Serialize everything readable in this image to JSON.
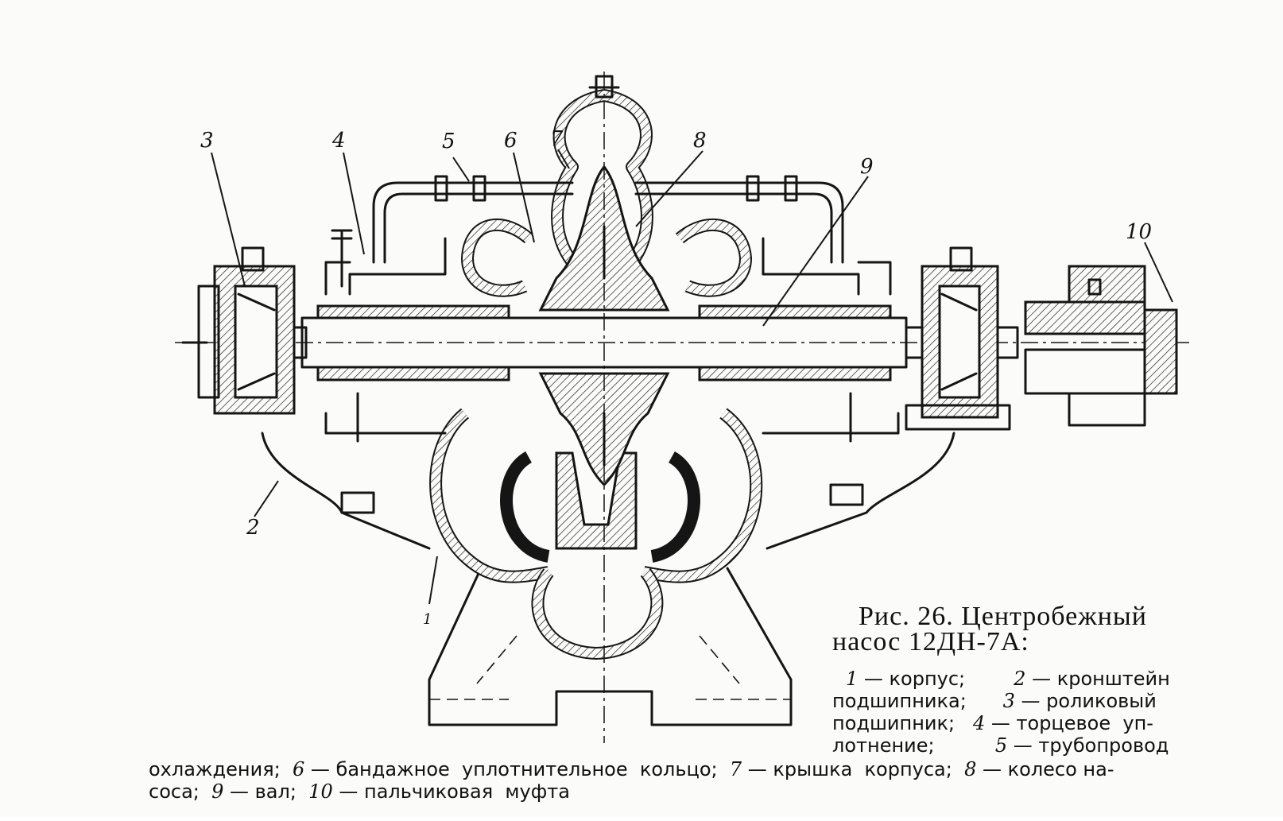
{
  "figure": {
    "part_labels": [
      "1",
      "2",
      "3",
      "4",
      "5",
      "6",
      "7",
      "8",
      "9",
      "10"
    ]
  },
  "caption": {
    "title_line1": "Рис.  26.  Центробежный",
    "title_line2": "насос  12ДН-7А:",
    "lines": [
      [
        {
          "t": "1",
          "i": true
        },
        {
          "t": " — корпус;        "
        },
        {
          "t": "2",
          "i": true
        },
        {
          "t": " — кронштейн"
        }
      ],
      [
        {
          "t": "подшипника;      "
        },
        {
          "t": "3",
          "i": true
        },
        {
          "t": " — роликовый"
        }
      ],
      [
        {
          "t": "подшипник;   "
        },
        {
          "t": "4",
          "i": true
        },
        {
          "t": " — торцевое  уп-"
        }
      ],
      [
        {
          "t": "лотнение;          "
        },
        {
          "t": "5",
          "i": true
        },
        {
          "t": " — трубопровод"
        }
      ],
      [
        {
          "t": "охлаждения;  "
        },
        {
          "t": "6",
          "i": true
        },
        {
          "t": " — бандажное  уплотнительное  кольцо;  "
        },
        {
          "t": "7",
          "i": true
        },
        {
          "t": " — крышка  корпуса;  "
        },
        {
          "t": "8",
          "i": true
        },
        {
          "t": " — колесо на-"
        }
      ],
      [
        {
          "t": "соса;  "
        },
        {
          "t": "9",
          "i": true
        },
        {
          "t": " — вал;  "
        },
        {
          "t": "10",
          "i": true
        },
        {
          "t": " — пальчиковая  муфта"
        }
      ]
    ]
  }
}
